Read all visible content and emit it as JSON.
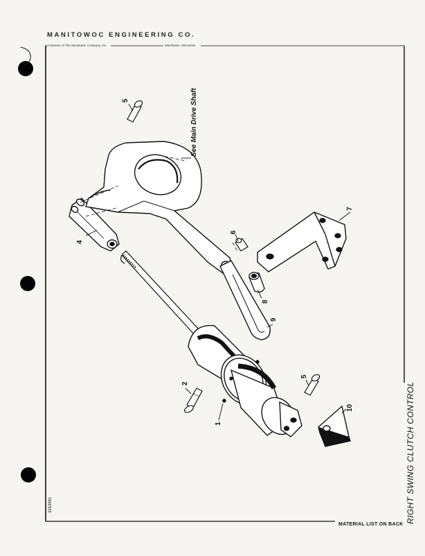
{
  "header": {
    "company": "MANITOWOC ENGINEERING CO.",
    "division": "A Division of The Manitowoc Company, Inc.",
    "location": "Manitowoc, Wisconsin"
  },
  "drawing": {
    "reference_label": "See Main Drive Shaft",
    "callouts": {
      "c1": "1",
      "c2": "2",
      "c4": "4",
      "c5a": "5",
      "c5b": "5",
      "c6": "6",
      "c7": "7",
      "c8": "8",
      "c9": "9",
      "c10": "10"
    }
  },
  "side_title": "RIGHT SWING CLUTCH CONTROL",
  "drawing_number": "3253981",
  "footer": "MATERIAL LIST ON BACK"
}
